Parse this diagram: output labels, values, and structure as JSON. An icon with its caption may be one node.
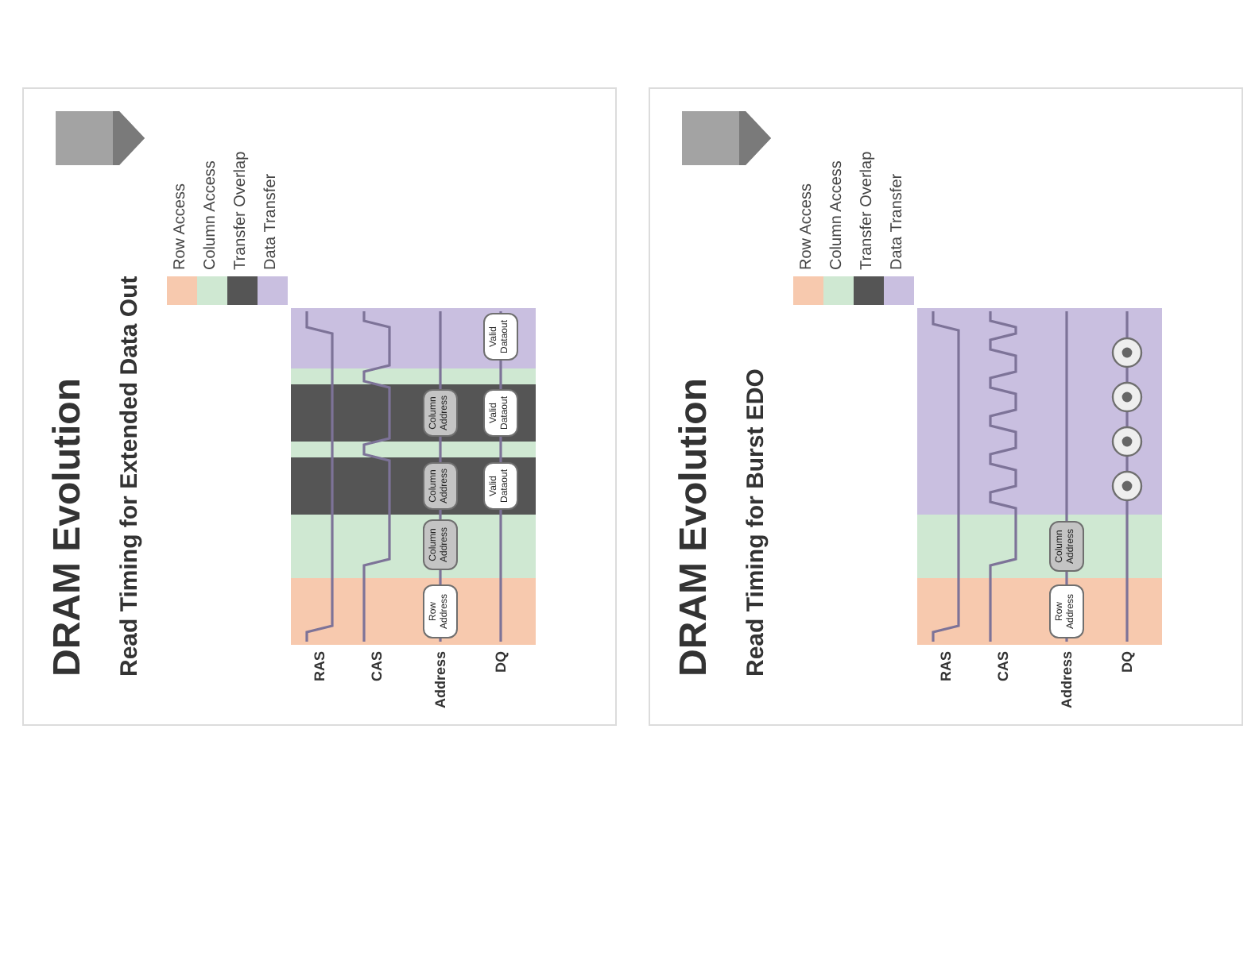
{
  "diagram": {
    "nodes": [
      {
        "text": [
          "DRAM Evolution",
          "Read Timing for Extended Data Out"
        ]
      },
      {
        "text": [
          "Row Address"
        ],
        "in": 0
      },
      {
        "text": [
          "Column Address"
        ],
        "in": 0
      },
      {
        "text": [
          "Column Address"
        ],
        "in": 0
      },
      {
        "text": [
          "Column Address"
        ],
        "in": 0
      },
      {
        "text": [
          "Valid Dataout"
        ],
        "in": 0
      },
      {
        "text": [
          "Valid Dataout"
        ],
        "in": 0
      },
      {
        "text": [
          "Valid Dataout"
        ],
        "in": 0
      },
      {
        "text": [
          "DRAM Evolution",
          "Read Timing for Burst EDO"
        ]
      },
      {
        "text": [
          "Row Address"
        ],
        "in": 8
      },
      {
        "text": [
          "Column Address"
        ],
        "in": 8
      },
      {
        "text": [],
        "shape": "circle",
        "in": 8
      },
      {
        "text": [],
        "shape": "circle",
        "in": 8
      },
      {
        "text": [],
        "shape": "circle",
        "in": 8
      },
      {
        "text": [],
        "shape": "circle",
        "in": 8
      }
    ],
    "labels": [
      "RAS",
      "CAS",
      "Address",
      "DQ",
      "RAS",
      "CAS",
      "Address",
      "DQ"
    ],
    "legend": [
      {
        "text": "Row Access",
        "color": "#f7c9ae"
      },
      {
        "text": "Column Access",
        "color": "#cfe8d2"
      },
      {
        "text": "Transfer Overlap",
        "color": "#555555"
      },
      {
        "text": "Data Transfer",
        "color": "#c9bfe0"
      },
      {
        "text": "Row Access",
        "color": "#f7c9ae"
      },
      {
        "text": "Column Access",
        "color": "#cfe8d2"
      },
      {
        "text": "Transfer Overlap",
        "color": "#555555"
      },
      {
        "text": "Data Transfer",
        "color": "#c9bfe0"
      }
    ]
  }
}
